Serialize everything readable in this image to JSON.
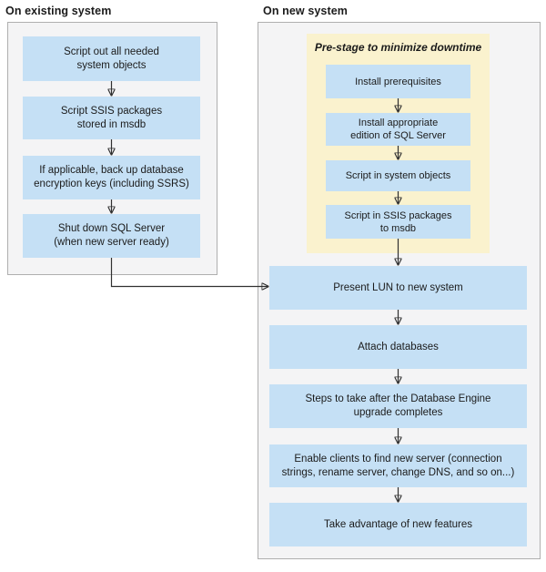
{
  "colors": {
    "box-blue": "#C5E0F5",
    "prestage-yellow": "#FAF2CE",
    "panel-bg": "#F4F4F5",
    "panel-border": "#AFAFAF",
    "arrow": "#303030",
    "text": "#1B1B1B"
  },
  "left": {
    "title": "On existing system",
    "steps": [
      "Script out all needed\nsystem objects",
      "Script SSIS packages\nstored in msdb",
      "If applicable, back up database\nencryption keys (including SSRS)",
      "Shut down SQL Server\n(when new server ready)"
    ]
  },
  "right": {
    "title": "On new system",
    "prestage": {
      "title": "Pre-stage to minimize downtime",
      "steps": [
        "Install prerequisites",
        "Install appropriate\nedition of SQL Server",
        "Script in system objects",
        "Script in SSIS packages\nto msdb"
      ]
    },
    "steps": [
      "Present LUN to new system",
      "Attach databases",
      "Steps to take after the Database Engine\nupgrade completes",
      "Enable clients to find new server (connection\nstrings, rename server, change DNS, and so on...)",
      "Take advantage of new features"
    ]
  }
}
